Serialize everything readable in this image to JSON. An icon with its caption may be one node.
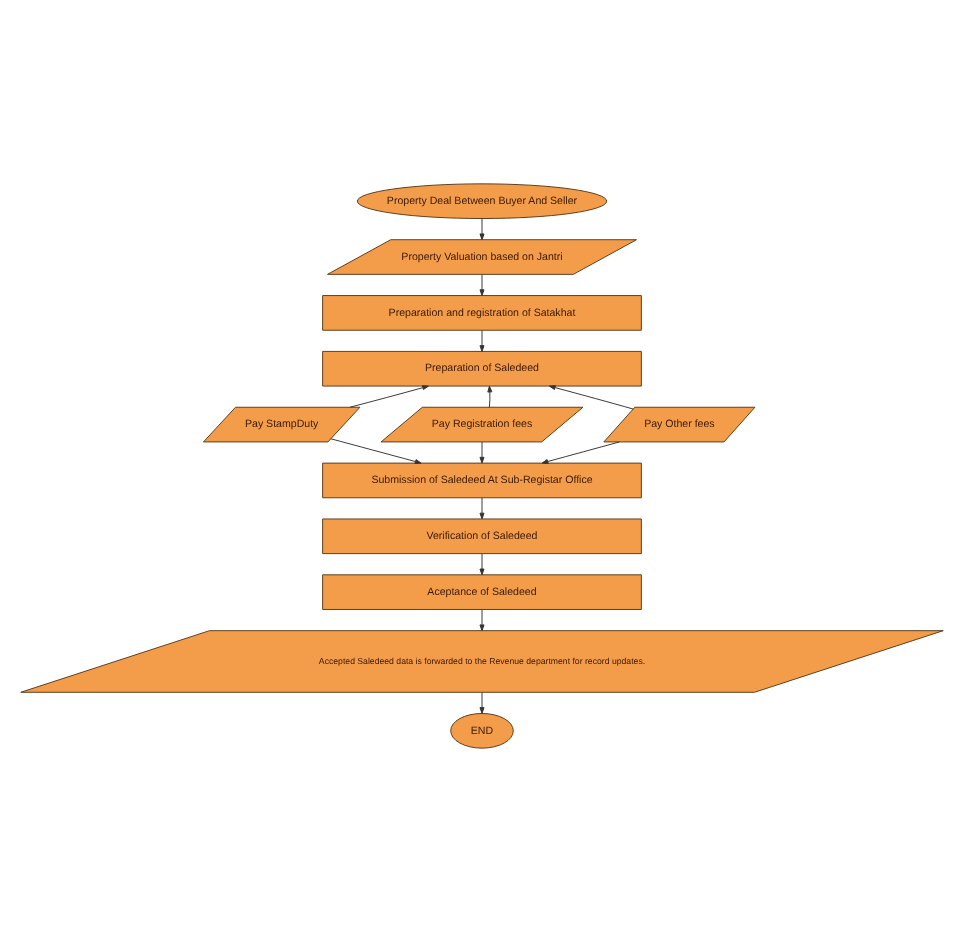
{
  "diagram": {
    "nodes": [
      {
        "text": [
          "Property Deal Between Buyer And Seller"
        ]
      },
      {
        "text": [
          "Property Valuation based on Jantri"
        ]
      },
      {
        "text": [
          "Preparation and registration of Satakhat"
        ]
      },
      {
        "text": [
          "Preparation of Saledeed"
        ]
      },
      {
        "text": [
          "Pay StampDuty"
        ]
      },
      {
        "text": [
          "Pay Registration fees"
        ]
      },
      {
        "text": [
          "Pay Other fees"
        ]
      },
      {
        "text": [
          "Submission of Saledeed At Sub-Registar Office"
        ]
      },
      {
        "text": [
          "Verification of Saledeed"
        ]
      },
      {
        "text": [
          "Aceptance of Saledeed"
        ]
      },
      {
        "text": [
          "Accepted Saledeed data is forwarded to the Revenue department for record updates."
        ]
      },
      {
        "text": [
          "END"
        ]
      }
    ],
    "edges": [
      {
        "from": 0,
        "to": 1,
        "arrow": "to"
      },
      {
        "from": 1,
        "to": 2,
        "arrow": "to"
      },
      {
        "from": 2,
        "to": 3,
        "arrow": "to"
      },
      {
        "from": 4,
        "to": 3,
        "arrow": "to"
      },
      {
        "from": 5,
        "to": 3,
        "arrow": "to"
      },
      {
        "from": 6,
        "to": 3,
        "arrow": "to"
      },
      {
        "from": 4,
        "to": 7,
        "arrow": "to"
      },
      {
        "from": 5,
        "to": 7,
        "arrow": "to"
      },
      {
        "from": 6,
        "to": 7,
        "arrow": "to"
      },
      {
        "from": 7,
        "to": 8,
        "arrow": "to"
      },
      {
        "from": 8,
        "to": 9,
        "arrow": "to"
      },
      {
        "from": 9,
        "to": 10,
        "arrow": "to"
      },
      {
        "from": 10,
        "to": 11,
        "arrow": "to"
      }
    ]
  }
}
